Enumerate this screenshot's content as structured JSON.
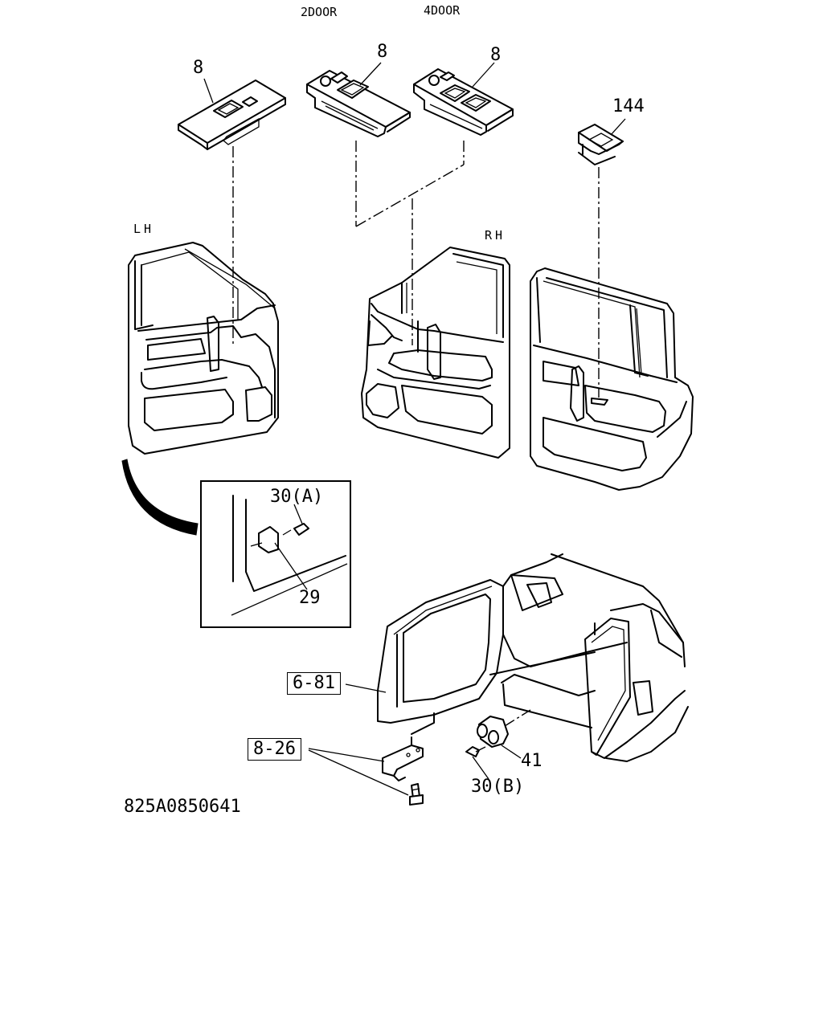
{
  "labels": {
    "two_door": "2DOOR",
    "four_door": "4DOOR",
    "lh": "LH",
    "rh": "RH",
    "part_8_a": "8",
    "part_8_b": "8",
    "part_8_c": "8",
    "part_144": "144",
    "part_30a": "30(A)",
    "part_29": "29",
    "ref_6_81": "6-81",
    "ref_8_26": "8-26",
    "part_41": "41",
    "part_30b": "30(B)",
    "drawing_number": "825A0850641"
  }
}
